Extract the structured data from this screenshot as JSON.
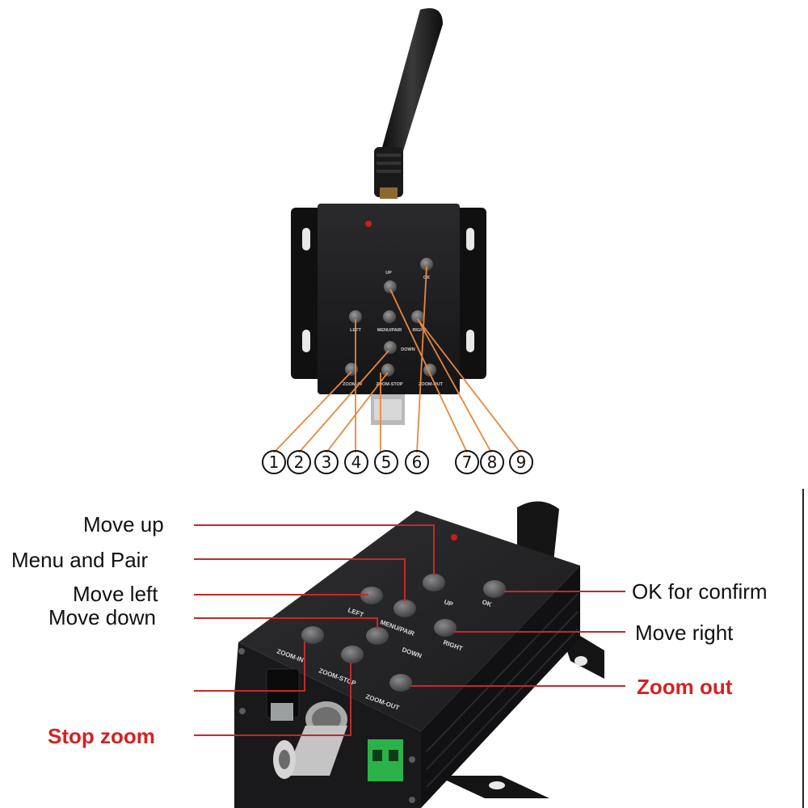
{
  "top_panel": {
    "button_labels": {
      "up": "UP",
      "ok": "OK",
      "left": "LEFT",
      "menu_pair": "MENU/PAIR",
      "right": "RIGHT",
      "down": "DOWN",
      "zoom_in": "ZOOM-IN",
      "zoom_stop": "ZOOM-STOP",
      "zoom_out": "ZOOM-OUT"
    },
    "numbers": [
      "1",
      "2",
      "3",
      "4",
      "5",
      "6",
      "7",
      "8",
      "9"
    ]
  },
  "bottom_panel": {
    "button_labels": {
      "up": "UP",
      "ok": "OK",
      "left": "LEFT",
      "menu_pair": "MENU/PAIR",
      "right": "RIGHT",
      "down": "DOWN",
      "zoom_in": "ZOOM-IN",
      "zoom_stop": "ZOOM-STOP",
      "zoom_out": "ZOOM-OUT"
    },
    "callouts": {
      "move_up": "Move up",
      "menu_and_pair": "Menu and Pair",
      "move_left": "Move left",
      "move_down": "Move down",
      "stop_zoom": "Stop zoom",
      "ok_for_confirm": "OK for confirm",
      "move_right": "Move right",
      "zoom_out": "Zoom out"
    }
  },
  "colors": {
    "callout_line_top": "#e8873a",
    "callout_line_bottom": "#c62828",
    "highlight_text": "#d52222",
    "device_body": "#1c1c1e"
  }
}
